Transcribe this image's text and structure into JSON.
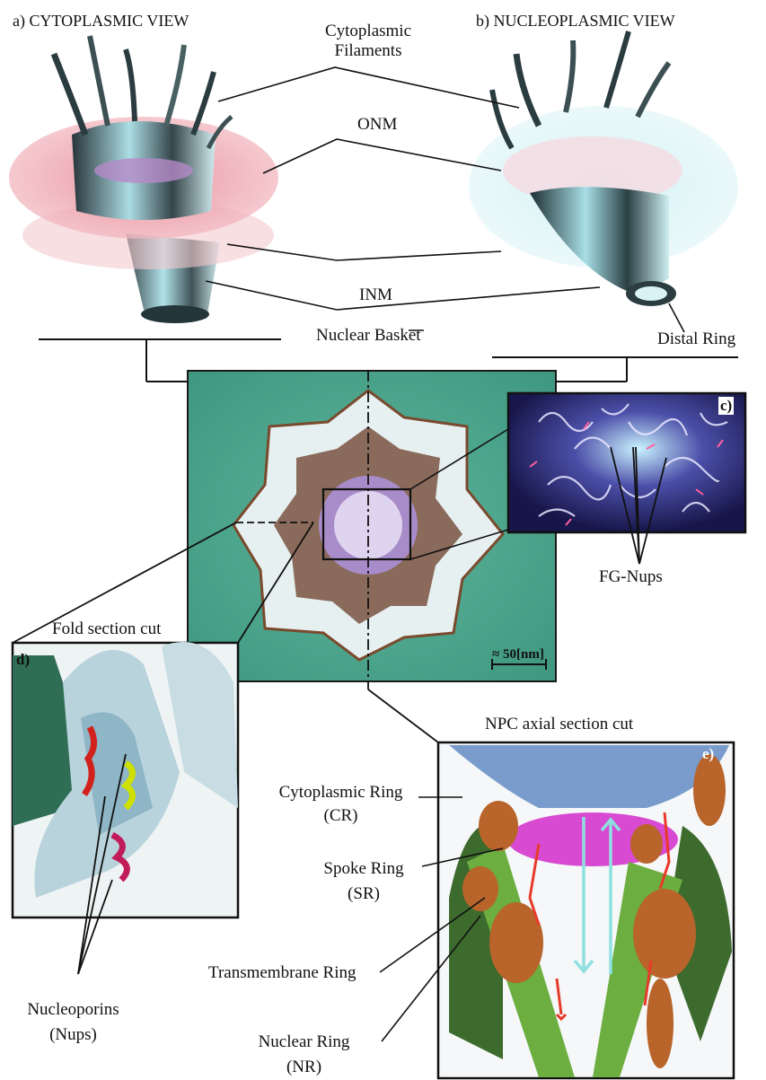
{
  "colors": {
    "teal_bg": "#4aa28a",
    "onm_pink": "#e8a0aa",
    "nucleo_cyan": "#bfe8ef",
    "fg_purple": "#3a2f7a",
    "protein_brown": "#b8642a",
    "protein_blue": "#7a9ccc",
    "protein_green": "#5a9a3a",
    "arrow_red": "#e83a2a",
    "arrow_cyan": "#8fe0e0"
  },
  "panels": {
    "a": "a) CYTOPLASMIC VIEW",
    "b": "b) NUCLEOPLASMIC VIEW",
    "c": "c)",
    "d": "d)",
    "e": "e)"
  },
  "labels": {
    "cytoplasmic_filaments_1": "Cytoplasmic",
    "cytoplasmic_filaments_2": "Filaments",
    "onm": "ONM",
    "inm": "INM",
    "nuclear_basket": "Nuclear Basket",
    "distal_ring": "Distal Ring",
    "fg_nups": "FG-Nups",
    "scale_bar": "≈ 50[nm]",
    "fold_section_cut": "Fold section cut",
    "npc_axial_section_cut": "NPC axial section cut",
    "cytoplasmic_ring_1": "Cytoplasmic Ring",
    "cytoplasmic_ring_2": "(CR)",
    "spoke_ring_1": "Spoke Ring",
    "spoke_ring_2": "(SR)",
    "transmembrane_ring": "Transmembrane Ring",
    "nuclear_ring_1": "Nuclear Ring",
    "nuclear_ring_2": "(NR)",
    "nucleoporins_1": "Nucleoporins",
    "nucleoporins_2": "(Nups)"
  }
}
